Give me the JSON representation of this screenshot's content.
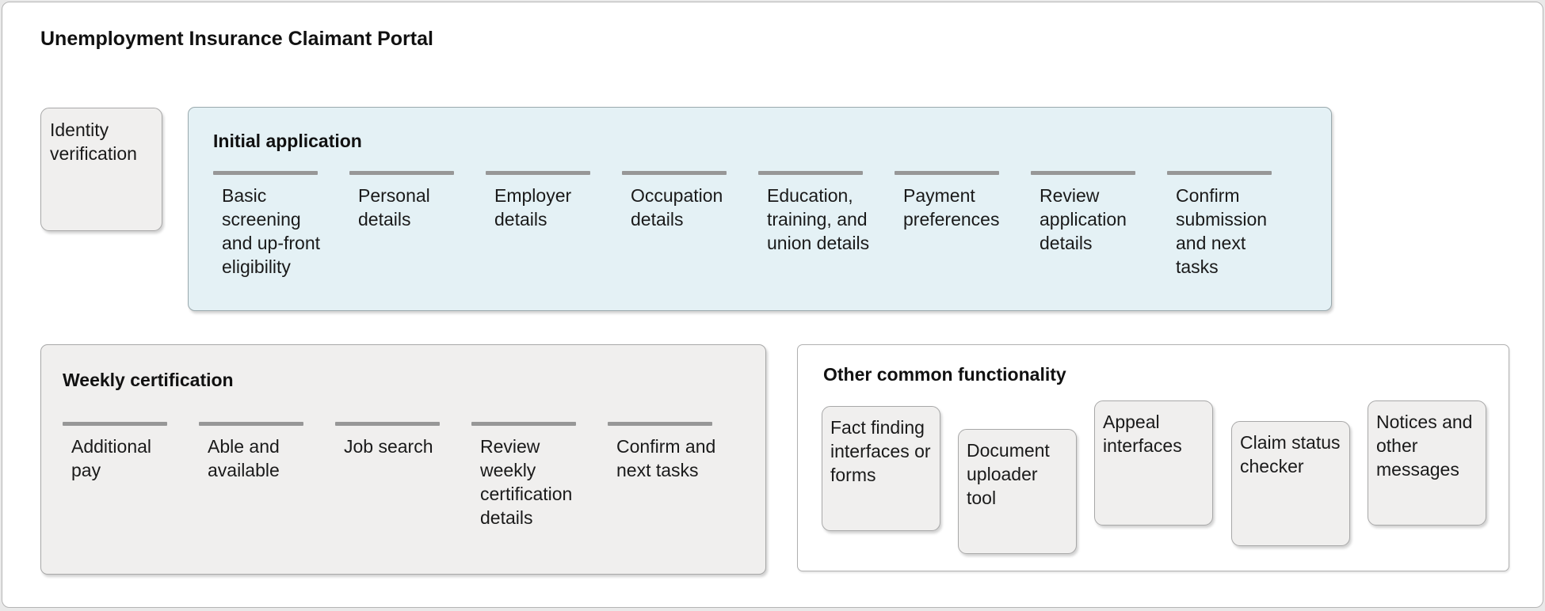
{
  "page": {
    "title": "Unemployment Insurance Claimant Portal"
  },
  "identity_card": {
    "label": "Identity\nverification"
  },
  "sections": {
    "initial_application": {
      "title": "Initial application",
      "steps": [
        {
          "label": "Basic\nscreening\nand up-front\neligibility"
        },
        {
          "label": "Personal\ndetails"
        },
        {
          "label": "Employer\ndetails"
        },
        {
          "label": "Occupation\ndetails"
        },
        {
          "label": "Education,\ntraining, and\nunion details"
        },
        {
          "label": "Payment\npreferences"
        },
        {
          "label": "Review\napplication\ndetails"
        },
        {
          "label": "Confirm\nsubmission\nand next\ntasks"
        }
      ]
    },
    "weekly_certification": {
      "title": "Weekly certification",
      "steps": [
        {
          "label": "Additional\npay"
        },
        {
          "label": "Able and\navailable"
        },
        {
          "label": "Job search"
        },
        {
          "label": "Review\nweekly\ncertification\ndetails"
        },
        {
          "label": "Confirm and\nnext tasks"
        }
      ]
    },
    "other_functionality": {
      "title": "Other common functionality",
      "cards": [
        {
          "label": "Fact finding\ninterfaces or\nforms"
        },
        {
          "label": "Document\nuploader\ntool"
        },
        {
          "label": "Appeal\ninterfaces"
        },
        {
          "label": "Claim status\nchecker"
        },
        {
          "label": "Notices and\nother\nmessages"
        }
      ]
    }
  },
  "colors": {
    "highlight_section_bg": "#e4f1f5",
    "card_bg": "#f0efee",
    "step_divider_bar": "#979797",
    "border_gray": "#a8a8a8",
    "text": "#1a1a1a"
  }
}
